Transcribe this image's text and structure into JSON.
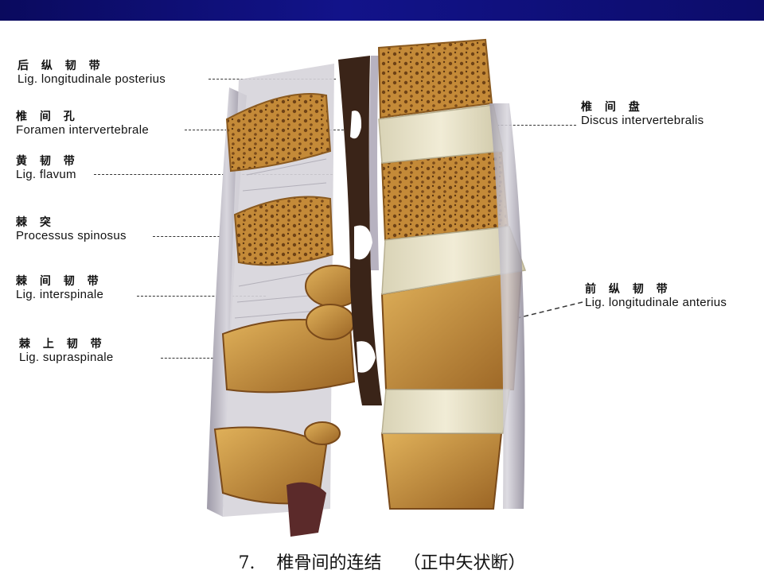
{
  "labels_left": [
    {
      "zh": "后 纵 韧 带",
      "en": "Lig. longitudinale posterius"
    },
    {
      "zh": "椎 间 孔",
      "en": "Foramen intervertebrale"
    },
    {
      "zh": "黄 韧 带",
      "en": "Lig. flavum"
    },
    {
      "zh": "棘    突",
      "en": "Processus spinosus"
    },
    {
      "zh": "棘 间 韧 带",
      "en": "Lig. interspinale"
    },
    {
      "zh": "棘 上 韧 带",
      "en": "Lig. supraspinale"
    }
  ],
  "labels_right": [
    {
      "zh": "椎 间 盘",
      "en": "Discus intervertebralis"
    },
    {
      "zh": "前 纵 韧 带",
      "en": "Lig. longitudinale anterius"
    }
  ],
  "caption": {
    "number": "7.",
    "title": "椎骨间的连结",
    "subtitle": "（正中矢状断）"
  },
  "colors": {
    "bone": "#c9923e",
    "bone_dark": "#8a5a20",
    "disc": "#e8e2c8",
    "ligament": "#c9c7cf",
    "canal": "#3a2418"
  }
}
